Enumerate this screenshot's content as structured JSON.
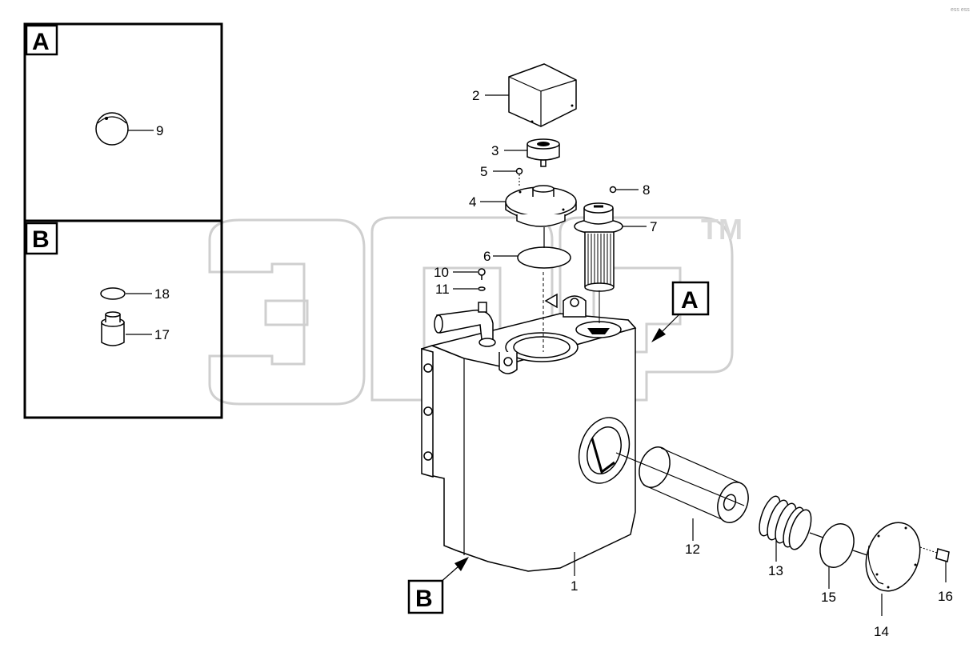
{
  "watermark": {
    "brand_text": "эпп",
    "tm": "TM"
  },
  "corner_mark": "ess ess",
  "views": [
    {
      "letter": "A",
      "callouts": [
        "9"
      ]
    },
    {
      "letter": "B",
      "callouts": [
        "18",
        "17"
      ]
    }
  ],
  "view_markers": {
    "a": "A",
    "b": "B"
  },
  "callouts": {
    "c1": "1",
    "c2": "2",
    "c3": "3",
    "c4": "4",
    "c5": "5",
    "c6": "6",
    "c7": "7",
    "c8": "8",
    "c9": "9",
    "c10": "10",
    "c11": "11",
    "c12": "12",
    "c13": "13",
    "c14": "14",
    "c15": "15",
    "c16": "16",
    "c17": "17",
    "c18": "18"
  }
}
